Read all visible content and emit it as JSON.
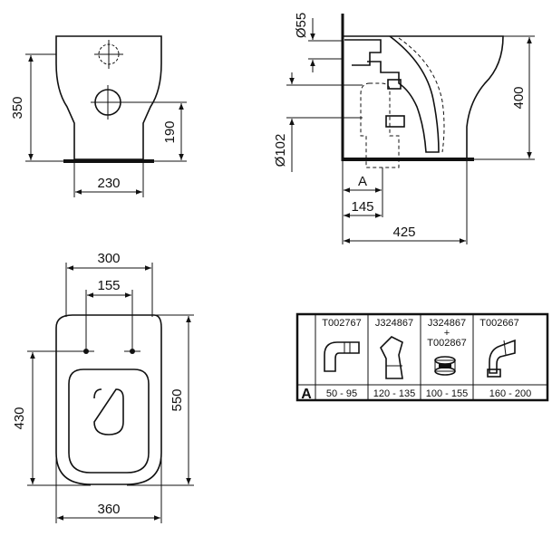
{
  "front_view": {
    "height_label": "350",
    "inlet_height_label": "190",
    "base_width_label": "230"
  },
  "side_view": {
    "top_diameter_label": "Ø55",
    "outlet_diameter_label": "Ø102",
    "rim_height_label": "400",
    "a_label": "A",
    "outlet_distance_label": "145",
    "depth_label": "425"
  },
  "plan_view": {
    "fixing_outer_label": "300",
    "fixing_inner_label": "155",
    "seat_length_label": "430",
    "length_label": "550",
    "width_label": "360"
  },
  "connector_table": {
    "headers": [
      "T002767",
      "J324867",
      "J324867",
      "T002667"
    ],
    "header_plus": "+",
    "header_extra": "T002867",
    "row_label": "A",
    "ranges": [
      "50 - 95",
      "120 - 135",
      "100 - 155",
      "160 - 200"
    ]
  }
}
